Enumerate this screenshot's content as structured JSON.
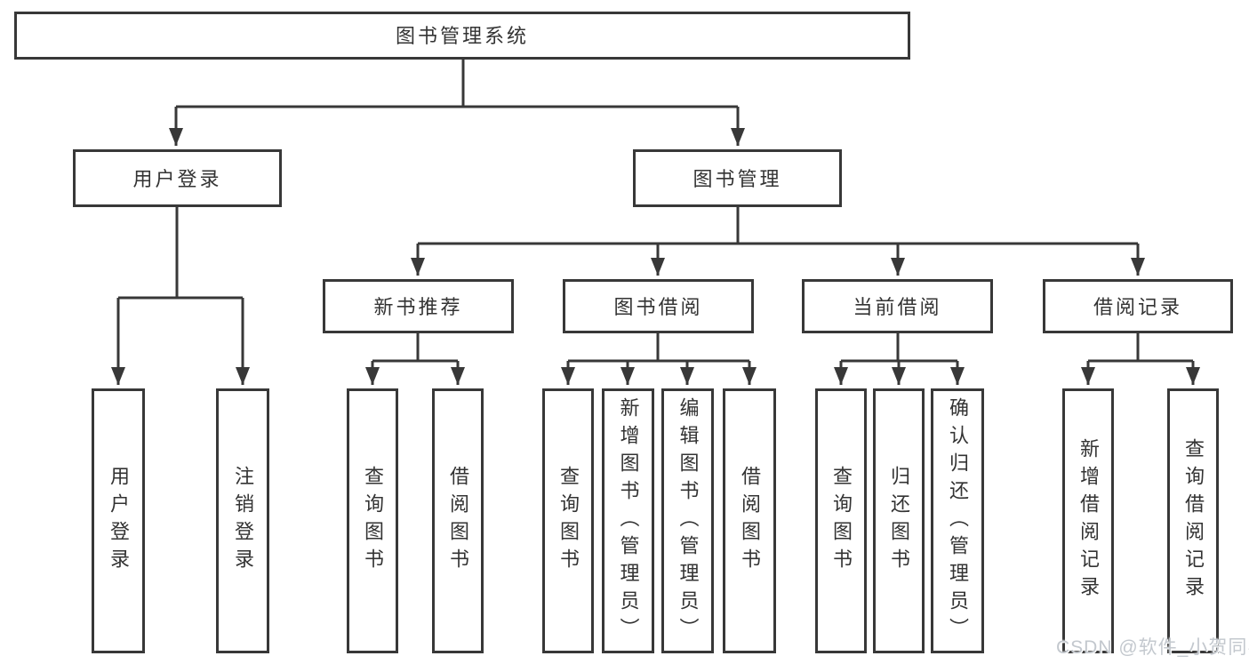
{
  "diagram": {
    "root": {
      "label": "图书管理系统"
    },
    "level2": [
      {
        "label": "用户登录"
      },
      {
        "label": "图书管理"
      }
    ],
    "level3": [
      {
        "label": "新书推荐"
      },
      {
        "label": "图书借阅"
      },
      {
        "label": "当前借阅"
      },
      {
        "label": "借阅记录"
      }
    ],
    "leaves": {
      "user_login_group": [
        {
          "label": "用户登录"
        },
        {
          "label": "注销登录"
        }
      ],
      "new_book_group": [
        {
          "label": "查询图书"
        },
        {
          "label": "借阅图书"
        }
      ],
      "book_borrow_group": [
        {
          "label": "查询图书"
        },
        {
          "label": "新增图书（管理员）"
        },
        {
          "label": "编辑图书（管理员）"
        },
        {
          "label": "借阅图书"
        }
      ],
      "current_borrow_group": [
        {
          "label": "查询图书"
        },
        {
          "label": "归还图书"
        },
        {
          "label": "确认归还（管理员）"
        }
      ],
      "borrow_record_group": [
        {
          "label": "新增借阅记录"
        },
        {
          "label": "查询借阅记录"
        }
      ]
    }
  },
  "watermark": {
    "text": "CSDN @软件_小贺同学"
  },
  "colors": {
    "line": "#383838",
    "text": "#333333",
    "watermark": "#c3c8ce",
    "background": "#ffffff"
  }
}
